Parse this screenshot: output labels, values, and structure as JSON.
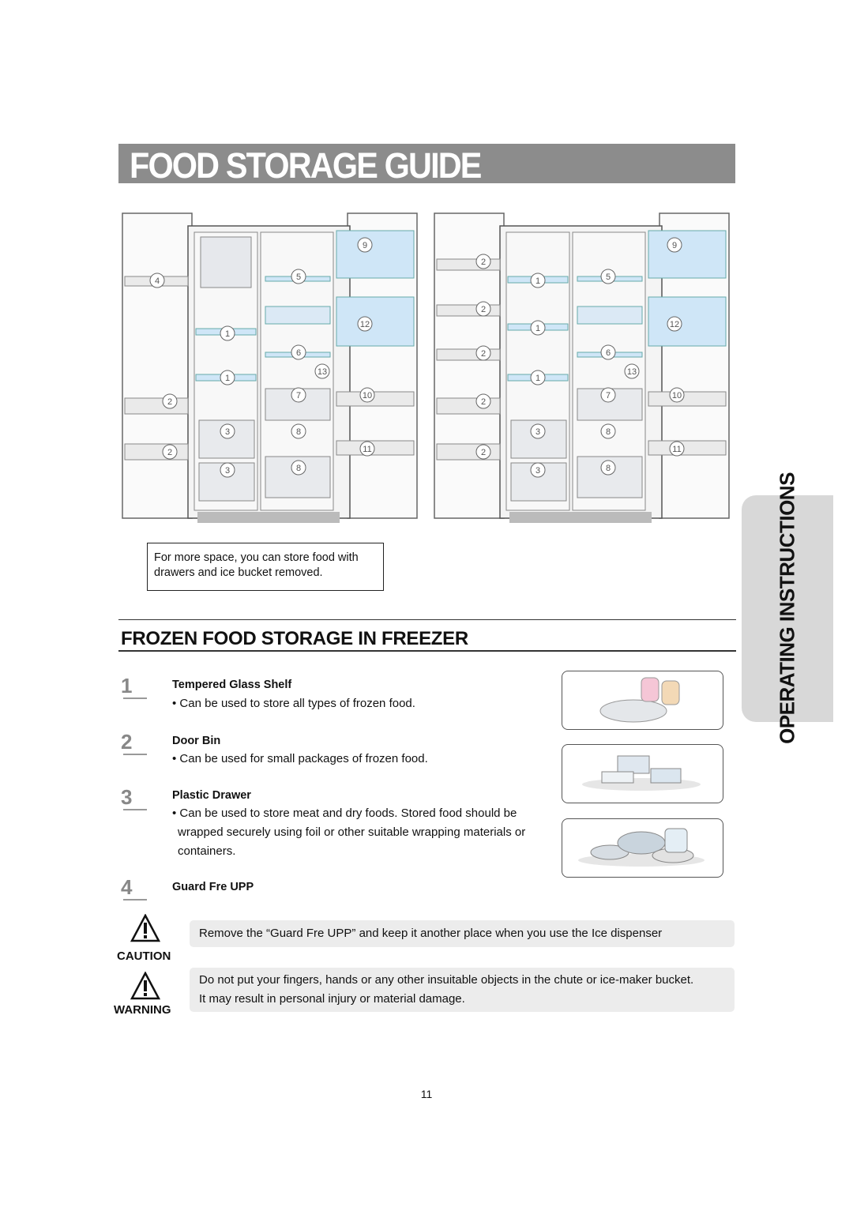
{
  "page": {
    "title": "FOOD STORAGE GUIDE",
    "side_tab": "OPERATING INSTRUCTIONS",
    "page_number": "11"
  },
  "diagram": {
    "left_labels": [
      "9",
      "4",
      "5",
      "12",
      "1",
      "6",
      "13",
      "1",
      "2",
      "7",
      "10",
      "3",
      "8",
      "11",
      "2",
      "3",
      "8"
    ],
    "right_labels": [
      "9",
      "2",
      "1",
      "5",
      "2",
      "1",
      "12",
      "2",
      "6",
      "1",
      "13",
      "2",
      "7",
      "10",
      "3",
      "8",
      "11",
      "2",
      "3",
      "8"
    ]
  },
  "note": "For more space, you can store food with drawers and ice bucket removed.",
  "section": {
    "heading": "FROZEN FOOD STORAGE IN FREEZER",
    "items": [
      {
        "num": "1",
        "title": "Tempered Glass Shelf",
        "desc": "• Can be used to store all types of frozen food."
      },
      {
        "num": "2",
        "title": "Door Bin",
        "desc": "• Can be used for small packages of frozen food."
      },
      {
        "num": "3",
        "title": "Plastic Drawer",
        "desc_lines": [
          "• Can be used to store meat and dry foods. Stored food should be",
          "wrapped securely using foil or other suitable wrapping materials or",
          "containers."
        ]
      },
      {
        "num": "4",
        "title": "Guard Fre UPP",
        "desc": ""
      }
    ]
  },
  "caution": {
    "label": "CAUTION",
    "text": "Remove the “Guard Fre UPP” and keep it another place when you use the Ice dispenser"
  },
  "warning": {
    "label": "WARNING",
    "line1": "Do not put your fingers, hands or any other insuitable objects in the chute or ice-maker bucket.",
    "line2": "It may result in personal injury or material damage."
  }
}
